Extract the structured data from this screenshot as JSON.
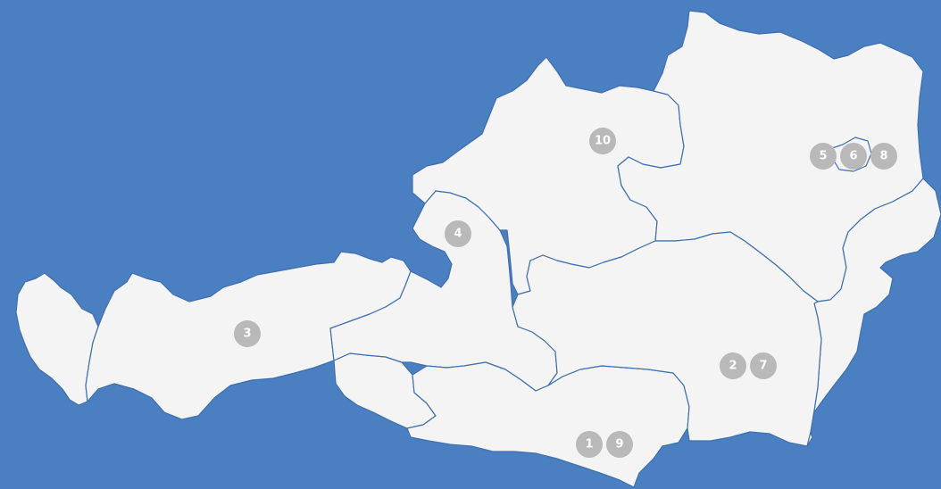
{
  "colors": {
    "background": "#4a7fc1",
    "land": "#f4f4f4",
    "border": "#3f6fae",
    "marker": "#b9b9b9",
    "marker_text": "#ffffff"
  },
  "markers": [
    "1",
    "2",
    "3",
    "4",
    "5",
    "6",
    "7",
    "8",
    "9",
    "10"
  ]
}
